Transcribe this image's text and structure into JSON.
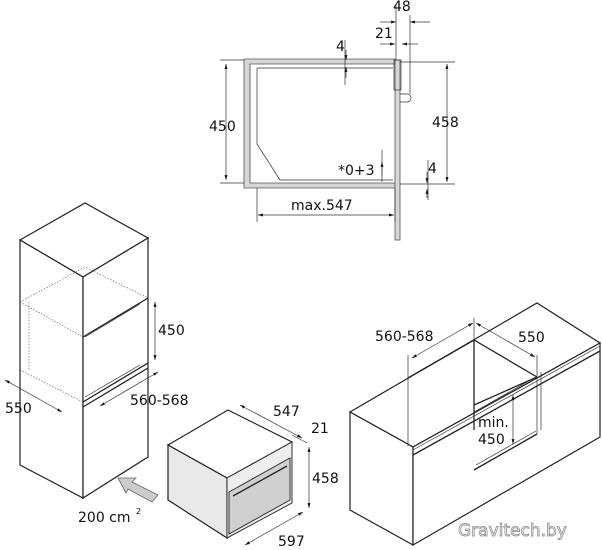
{
  "side_section": {
    "labels": {
      "d48": "48",
      "d21": "21",
      "d4_top": "4",
      "d450": "450",
      "d458": "458",
      "tolerance": "*0+3",
      "d4_bottom": "4",
      "max_depth": "max.547"
    }
  },
  "tall_cabinet": {
    "labels": {
      "height": "450",
      "depth": "550",
      "width": "560-568",
      "ventilation": "200 cm",
      "ventilation_sup": "2"
    }
  },
  "appliance": {
    "labels": {
      "depth": "547",
      "door": "21",
      "height": "458",
      "width": "597"
    }
  },
  "base_cabinet": {
    "labels": {
      "width": "560-568",
      "depth": "550",
      "min_label": "min.",
      "min_height": "450"
    }
  },
  "watermark": "Gravitech.by"
}
